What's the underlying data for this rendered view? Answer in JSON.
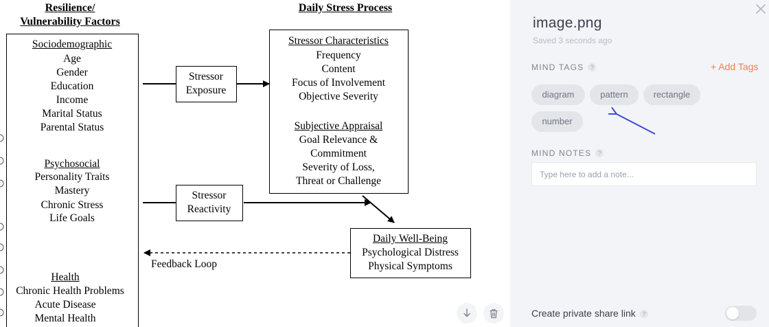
{
  "diagram": {
    "left_title": [
      "Resilience/",
      "Vulnerability Factors"
    ],
    "center_title": "Daily Stress Process",
    "factors": {
      "socio_heading": "Sociodemographic",
      "socio_items": [
        "Age",
        "Gender",
        "Education",
        "Income",
        "Marital Status",
        "Parental Status"
      ],
      "psycho_heading": "Psychosocial",
      "psycho_items": [
        "Personality Traits",
        "Mastery",
        "Chronic Stress",
        "Life Goals"
      ],
      "health_heading": "Health",
      "health_items": [
        "Chronic Health Problems",
        "Acute Disease",
        "Mental Health"
      ]
    },
    "exposure": [
      "Stressor",
      "Exposure"
    ],
    "reactivity": [
      "Stressor",
      "Reactivity"
    ],
    "characteristics": {
      "heading": "Stressor Characteristics",
      "items": [
        "Frequency",
        "Content",
        "Focus of Involvement",
        "Objective Severity"
      ],
      "appraisal_heading": "Subjective Appraisal",
      "appraisal_items": [
        "Goal Relevance &",
        "Commitment",
        "Severity of Loss,",
        "Threat or Challenge"
      ]
    },
    "wellbeing": {
      "heading": "Daily Well-Being",
      "items": [
        "Psychological Distress",
        "Physical Symptoms"
      ]
    },
    "feedback_label": "Feedback Loop"
  },
  "image_toolbar": {
    "download_icon": "download-arrow-icon",
    "delete_icon": "trash-icon"
  },
  "panel": {
    "title": "image.png",
    "saved": "Saved 3 seconds ago",
    "mind_tags_label": "MIND TAGS",
    "add_tags_label": "+ Add Tags",
    "tags": [
      "diagram",
      "pattern",
      "rectangle",
      "number"
    ],
    "mind_notes_label": "MIND NOTES",
    "note_placeholder": "Type here to add a note...",
    "share_label": "Create private share link",
    "share_enabled": false,
    "help_mark": "?",
    "close_icon": "close-icon"
  },
  "colors": {
    "accent": "#f2804b",
    "annotation_arrow": "#3b4bd1",
    "panel_bg": "#f3f4f7",
    "tag_bg": "#e3e5e9"
  }
}
